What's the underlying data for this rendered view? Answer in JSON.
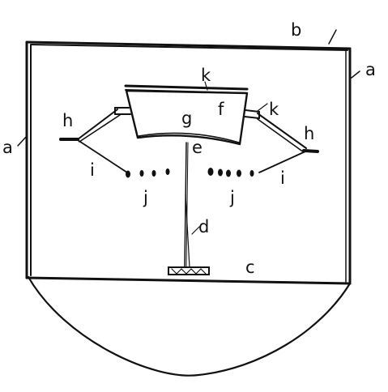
{
  "figure": {
    "labels": {
      "a_left": "a",
      "a_right": "a",
      "b": "b",
      "c": "c",
      "d": "d",
      "e": "e",
      "f": "f",
      "g": "g",
      "h_left": "h",
      "h_right": "h",
      "i_left": "i",
      "i_right": "i",
      "j_left": "j",
      "j_right": "j",
      "k_top": "k",
      "k_right": "k"
    }
  }
}
